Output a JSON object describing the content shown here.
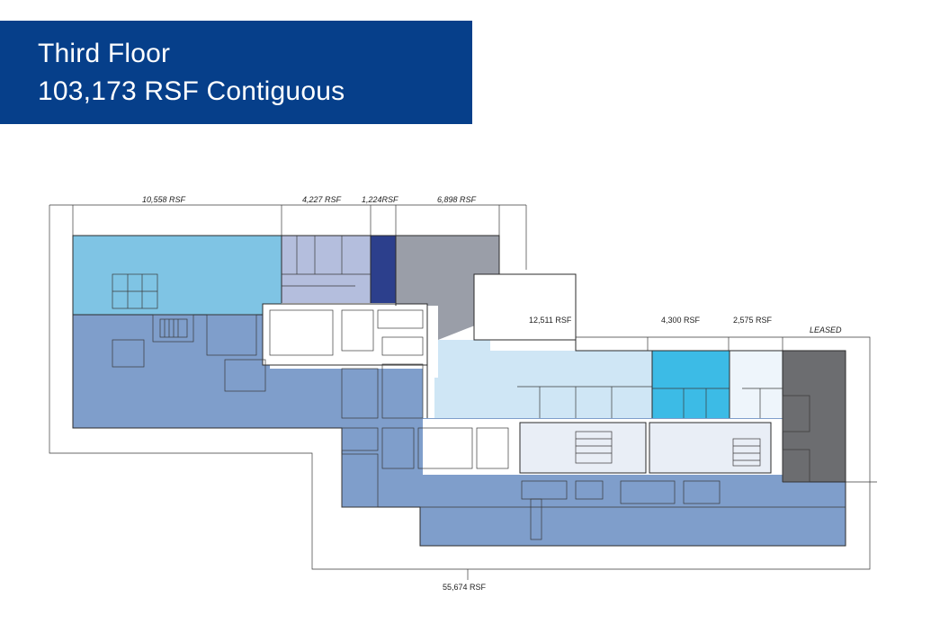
{
  "header": {
    "title": "Third Floor",
    "subtitle": "103,173 RSF Contiguous"
  },
  "colors": {
    "banner": "#063f8a",
    "suite_10558": "#7fc4e4",
    "suite_4227": "#b4bedd",
    "suite_1224": "#2c3f8c",
    "suite_6898": "#9a9ea8",
    "suite_12511": "#cfe6f5",
    "suite_4300": "#3cbbe6",
    "suite_2575": "#eef5fb",
    "leased": "#6c6d70",
    "suite_55674": "#7f9ecb",
    "core": "#ffffff"
  },
  "suites": {
    "s10558": "10,558 RSF",
    "s4227": "4,227 RSF",
    "s1224": "1,224RSF",
    "s6898": "6,898 RSF",
    "s12511": "12,511 RSF",
    "s4300": "4,300 RSF",
    "s2575": "2,575 RSF",
    "leased": "LEASED",
    "s55674": "55,674 RSF"
  }
}
